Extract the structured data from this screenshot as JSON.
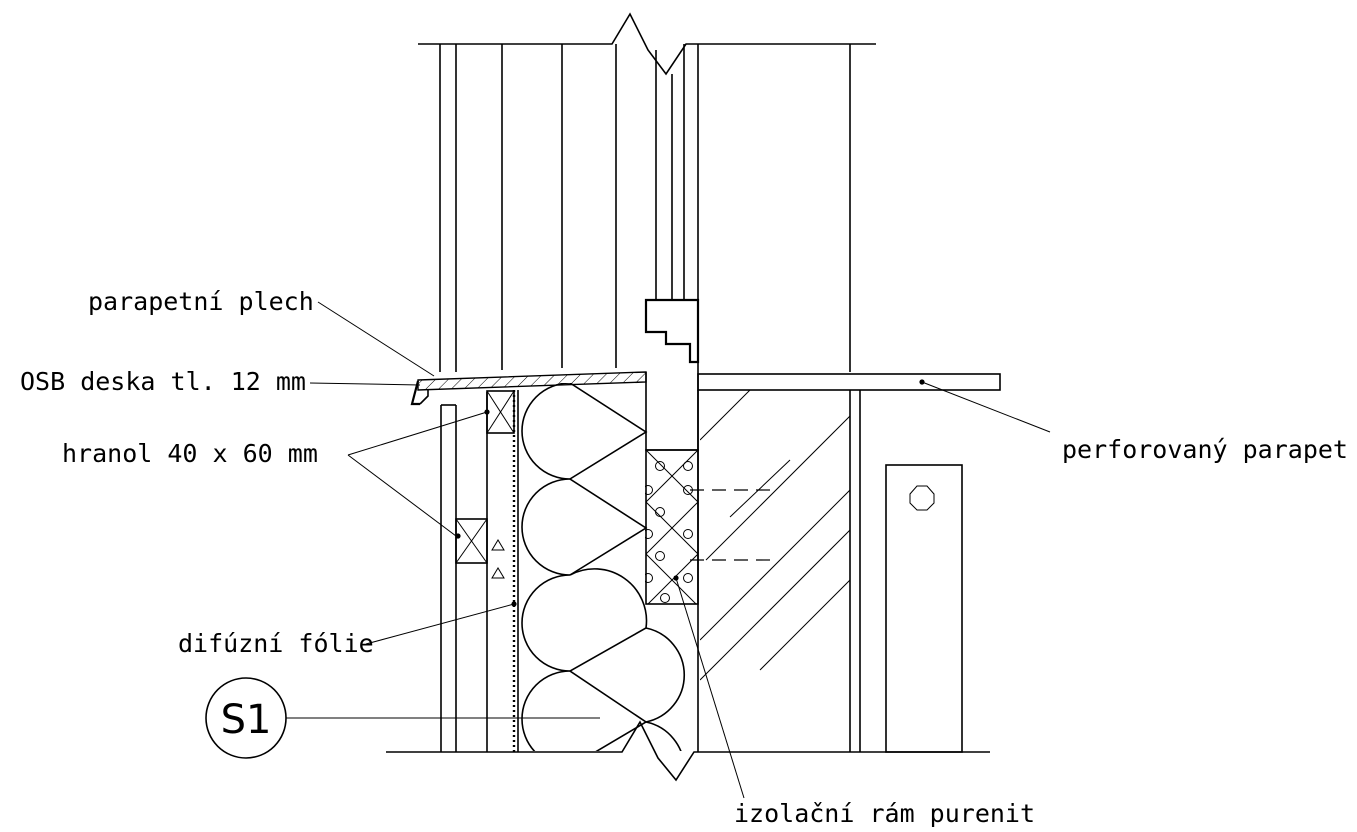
{
  "labels": {
    "parapet_sheet": "parapetní plech",
    "osb_board": "OSB deska tl. 12 mm",
    "timber_batten": "hranol 40 x 60 mm",
    "diffusion_foil": "difúzní fólie",
    "perforated_parapet": "perforovaný parapet",
    "insulation_frame": "izolační rám purenit",
    "section_tag": "S1"
  }
}
